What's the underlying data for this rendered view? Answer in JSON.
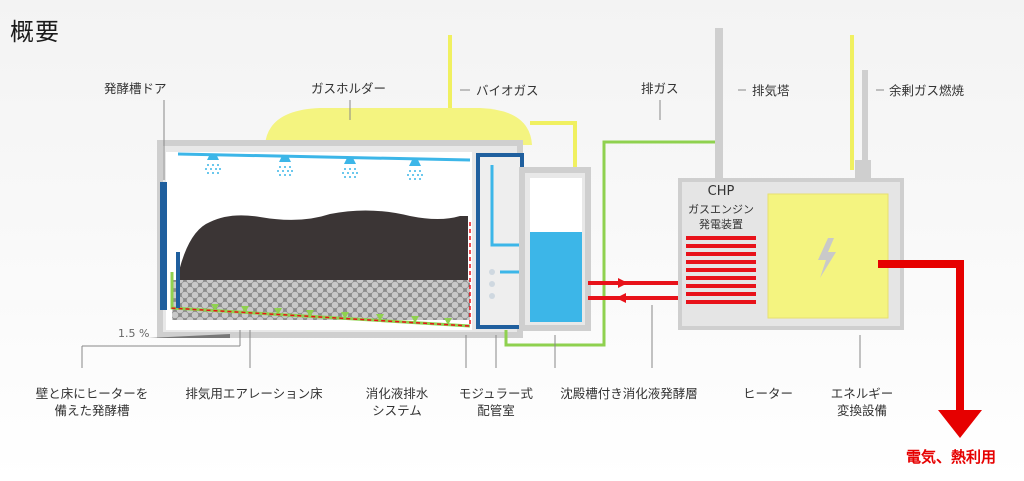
{
  "title": "概要",
  "top_labels": {
    "door": "発酵槽ドア",
    "gas_holder": "ガスホルダー",
    "biogas": "バイオガス",
    "exhaust_gas": "排ガス",
    "stack": "排気塔",
    "surplus_flare": "余剰ガス燃焼"
  },
  "chp": {
    "name": "CHP",
    "line1": "ガスエンジン",
    "line2": "発電装置"
  },
  "slope": "1.5 %",
  "bottom_labels": {
    "fermenter_line1": "壁と床にヒーターを",
    "fermenter_line2": "備えた発酵槽",
    "aeration_floor": "排気用エアレーション床",
    "drain_line1": "消化液排水",
    "drain_line2": "システム",
    "module_line1": "モジュラー式",
    "module_line2": "配管室",
    "tank": "沈殿槽付き消化液発酵層",
    "heater": "ヒーター",
    "converter_line1": "エネルギー",
    "converter_line2": "変換設備"
  },
  "output": "電気、熱利用",
  "colors": {
    "yellow": "#f4f480",
    "dark_blue": "#1f5f9e",
    "light_blue": "#3cb6e8",
    "red": "#e8121a",
    "green": "#8fd14f",
    "gray": "#cfcfcf",
    "biomass": "#3b3535"
  }
}
